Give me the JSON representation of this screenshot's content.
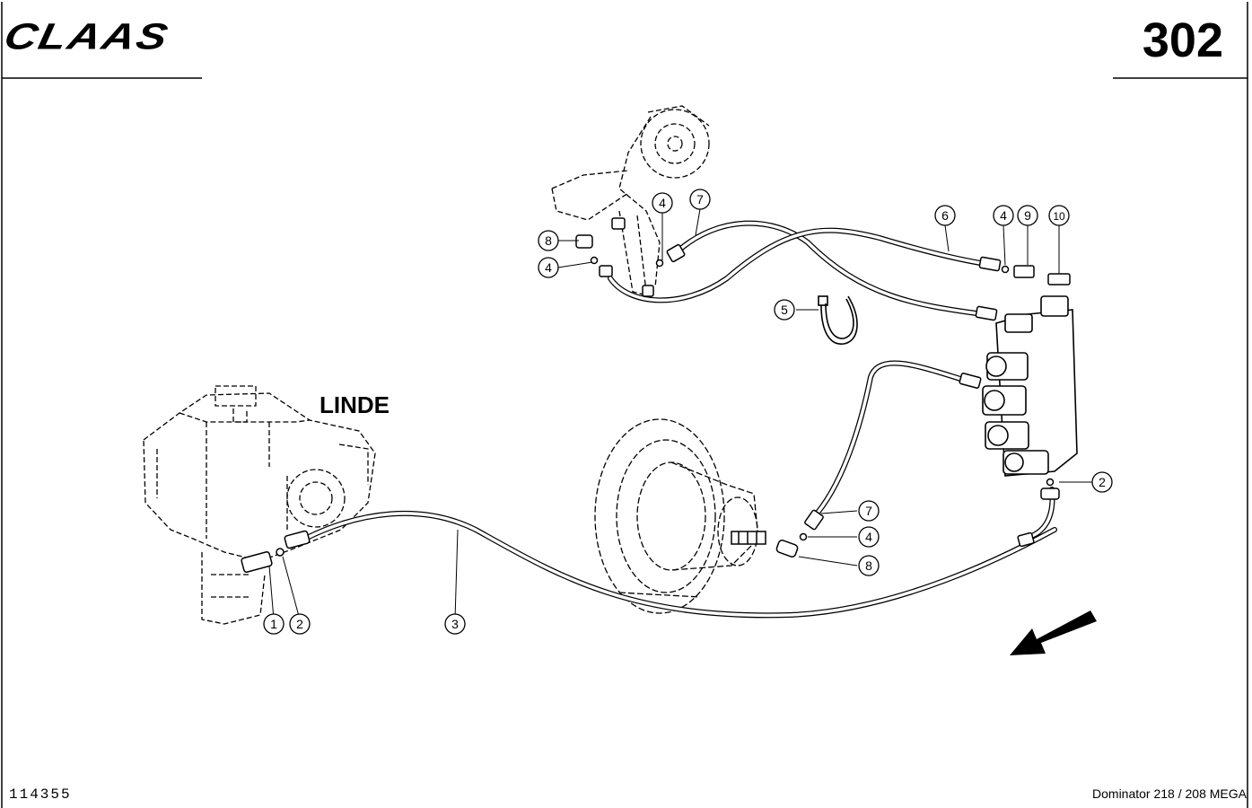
{
  "header": {
    "logo_text": "CLAAS",
    "page_number": "302"
  },
  "diagram": {
    "pump_label": "LINDE",
    "callouts": [
      "1",
      "2",
      "3",
      "4",
      "4",
      "4",
      "5",
      "6",
      "7",
      "7",
      "8",
      "8",
      "9",
      "10",
      "2",
      "4"
    ]
  },
  "footer": {
    "document_number": "114355",
    "model": "Dominator 218 / 208 MEGA"
  }
}
